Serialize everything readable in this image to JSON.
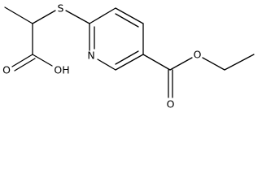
{
  "labels": {
    "sulfur": "S",
    "nitrogen": "N",
    "acid_carbonyl_oxygen": "O",
    "acid_hydroxyl": "OH",
    "ester_carbonyl_oxygen": "O",
    "ester_ether_oxygen": "O"
  },
  "colors": {
    "bond": "#000000",
    "label": "#000000",
    "background": "#ffffff"
  }
}
